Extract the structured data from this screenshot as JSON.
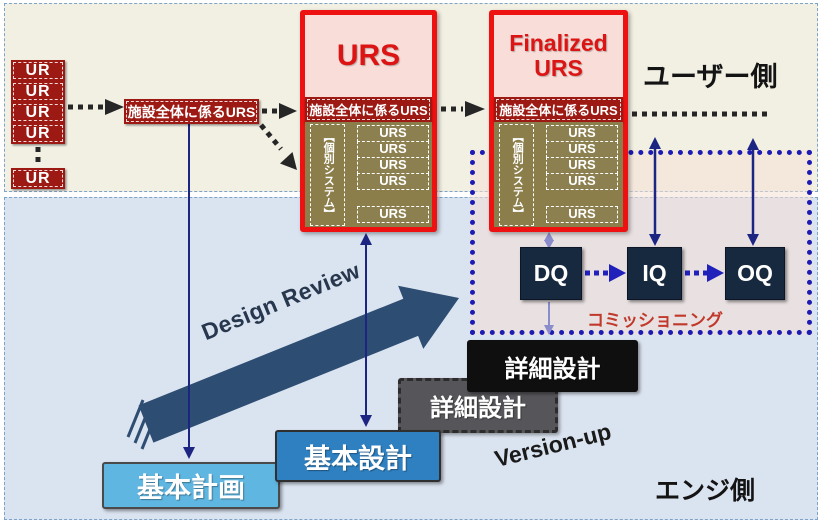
{
  "top_section": {
    "user_side_label": "ユーザー側"
  },
  "bottom_section": {
    "eng_side_label": "エンジ側"
  },
  "ur_stack": {
    "items": [
      "UR",
      "UR",
      "UR",
      "UR",
      "UR"
    ]
  },
  "facility_urs_label": "施設全体に係るURS",
  "urs_box": {
    "title": "URS",
    "bar": "施設全体に係るURS",
    "system_label": "【個別システム】",
    "items": [
      "URS",
      "URS",
      "URS",
      "URS",
      "URS"
    ]
  },
  "finalized_box": {
    "title": "Finalized URS",
    "bar": "施設全体に係るURS",
    "system_label": "【個別システム】",
    "items": [
      "URS",
      "URS",
      "URS",
      "URS",
      "URS"
    ]
  },
  "qualification": {
    "dq": "DQ",
    "iq": "IQ",
    "oq": "OQ",
    "commissioning": "コミッショニング"
  },
  "phases": {
    "basic_plan": "基本計画",
    "basic_design": "基本設計",
    "detail_design": "詳細設計",
    "detail_design2": "詳細設計"
  },
  "annotations": {
    "design_review": "Design Review",
    "version_up": "Version-up"
  },
  "colors": {
    "dark_red": "#9c1a13",
    "red_border": "#ee1111",
    "pink_fill": "#f8ddd8",
    "khaki": "#8b7e4b",
    "navy_arrow": "#1d2583",
    "purple_arrow": "#8a8ccc",
    "blue_dotted": "#1c1cb4",
    "commissioning_text": "#c0392b",
    "qualification_fill": "#17293f",
    "black_box": "#0f0f0f",
    "gray_box": "#56565a",
    "basic_design_fill": "#2f80c0",
    "basic_plan_fill": "#5fb6e1",
    "block_arrow": "#2d4d72",
    "top_section_bg": "#f2f0e3",
    "bottom_section_bg": "#dae3f0"
  }
}
